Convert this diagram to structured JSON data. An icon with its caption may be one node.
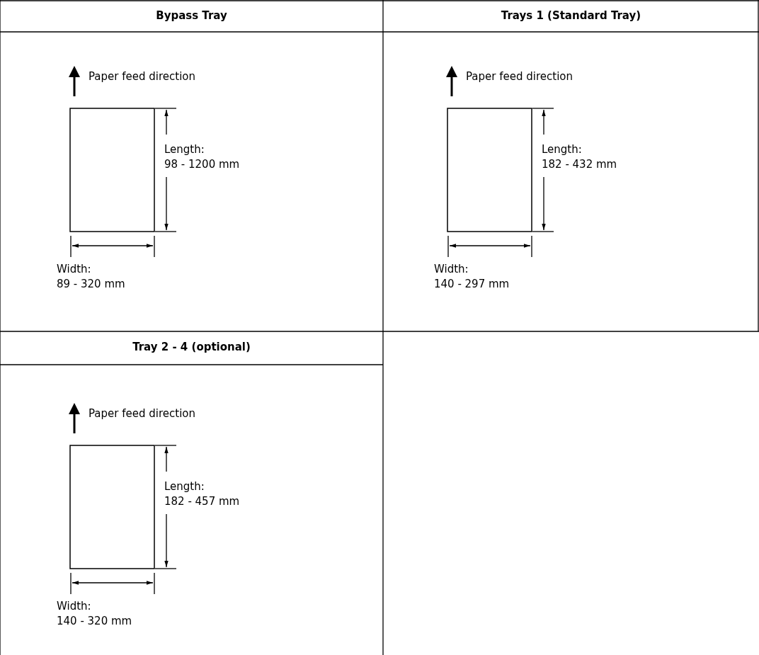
{
  "diagram": {
    "labels": [
      "Bypass Tray",
      "Trays 1 (Standard Tray)",
      "Paper feed direction",
      "Length: 98 - 1200 mm",
      "Width: 89 - 320 mm",
      "Paper feed direction",
      "Length: 182 - 432 mm",
      "Width: 140 - 297 mm",
      "Tray 2 - 4 (optional)",
      "Paper feed direction",
      "Length: 182 - 457 mm",
      "Width: 140 - 320 mm"
    ]
  }
}
